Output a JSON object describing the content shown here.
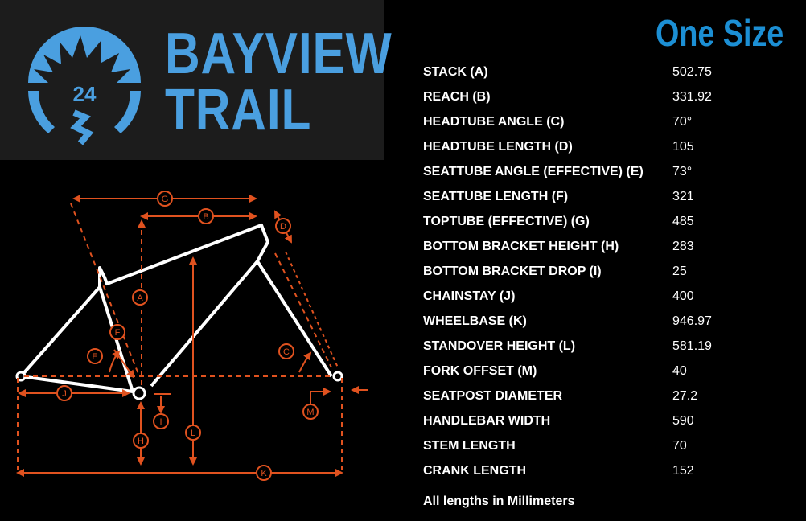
{
  "brand": {
    "line1": "BAYVIEW",
    "line2": "TRAIL",
    "badge_number": "24",
    "logo_color": "#4a9fe0"
  },
  "size_title": "One Size",
  "accent_color": "#e0521f",
  "frame_color": "#ffffff",
  "geometry": [
    {
      "label": "STACK (A)",
      "value": "502.75"
    },
    {
      "label": "REACH (B)",
      "value": "331.92"
    },
    {
      "label": "HEADTUBE ANGLE (C)",
      "value": "70°"
    },
    {
      "label": "HEADTUBE LENGTH (D)",
      "value": "105"
    },
    {
      "label": "SEATTUBE ANGLE (EFFECTIVE) (E)",
      "value": "73°"
    },
    {
      "label": "SEATTUBE LENGTH (F)",
      "value": "321"
    },
    {
      "label": "TOPTUBE (EFFECTIVE) (G)",
      "value": "485"
    },
    {
      "label": "BOTTOM BRACKET HEIGHT (H)",
      "value": "283"
    },
    {
      "label": "BOTTOM BRACKET DROP (I)",
      "value": "25"
    },
    {
      "label": "CHAINSTAY (J)",
      "value": "400"
    },
    {
      "label": "WHEELBASE (K)",
      "value": "946.97"
    },
    {
      "label": "STANDOVER HEIGHT (L)",
      "value": "581.19"
    },
    {
      "label": "FORK OFFSET (M)",
      "value": "40"
    },
    {
      "label": "SEATPOST DIAMETER",
      "value": "27.2"
    },
    {
      "label": "HANDLEBAR WIDTH",
      "value": "590"
    },
    {
      "label": "STEM LENGTH",
      "value": "70"
    },
    {
      "label": "CRANK LENGTH",
      "value": "152"
    }
  ],
  "diagram_letters": {
    "a": "A",
    "b": "B",
    "c": "C",
    "d": "D",
    "e": "E",
    "f": "F",
    "g": "G",
    "h": "H",
    "i": "I",
    "j": "J",
    "k": "K",
    "l": "L",
    "m": "M"
  },
  "footnote": "All lengths in Millimeters"
}
